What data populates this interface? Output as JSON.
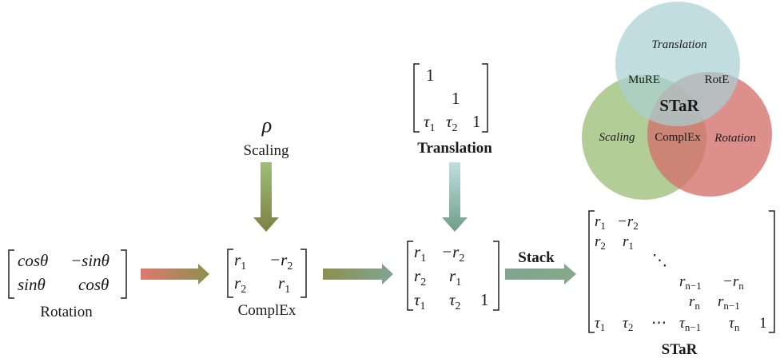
{
  "colors": {
    "rotation": "#d4706a",
    "scaling": "#9dbf7a",
    "translation": "#a9d0d2",
    "olive": "#8f8f4e",
    "teal_green": "#7fa593",
    "bracket": "#222222"
  },
  "scaling": {
    "symbol": "ρ",
    "label": "Scaling"
  },
  "translation_block": {
    "label": "Translation",
    "cells": [
      "1",
      "1",
      "τ",
      "1",
      "τ",
      "2",
      "1"
    ]
  },
  "rotation_block": {
    "label": "Rotation",
    "r1": [
      "cosθ",
      "−sinθ"
    ],
    "r2": [
      "sinθ",
      "cosθ"
    ]
  },
  "complex_block": {
    "label": "ComplEx",
    "cells": [
      "r",
      "1",
      "−r",
      "2",
      "r",
      "2",
      "r",
      "1"
    ]
  },
  "middle_block": {
    "cells": [
      "r",
      "1",
      "−r",
      "2",
      "r",
      "2",
      "r",
      "1",
      "τ",
      "1",
      "τ",
      "2",
      "1"
    ]
  },
  "stack": {
    "label": "Stack"
  },
  "star_block": {
    "label": "STaR",
    "cells": {
      "a": "r",
      "a_s": "1",
      "b": "−r",
      "b_s": "2",
      "c": "r",
      "c_s": "2",
      "d": "r",
      "d_s": "1",
      "dots": "⋱",
      "e": "r",
      "e_s": "n−1",
      "f": "−r",
      "f_s": "n",
      "g": "r",
      "g_s": "n",
      "h": "r",
      "h_s": "n−1",
      "t1": "τ",
      "t1_s": "1",
      "t2": "τ",
      "t2_s": "2",
      "hdots": "⋯",
      "t3": "τ",
      "t3_s": "n−1",
      "t4": "τ",
      "t4_s": "n",
      "one": "1"
    }
  },
  "venn": {
    "translation": "Translation",
    "scaling": "Scaling",
    "rotation": "Rotation",
    "mure": "MuRE",
    "rote": "RotE",
    "complex": "ComplEx",
    "center": "STaR"
  }
}
